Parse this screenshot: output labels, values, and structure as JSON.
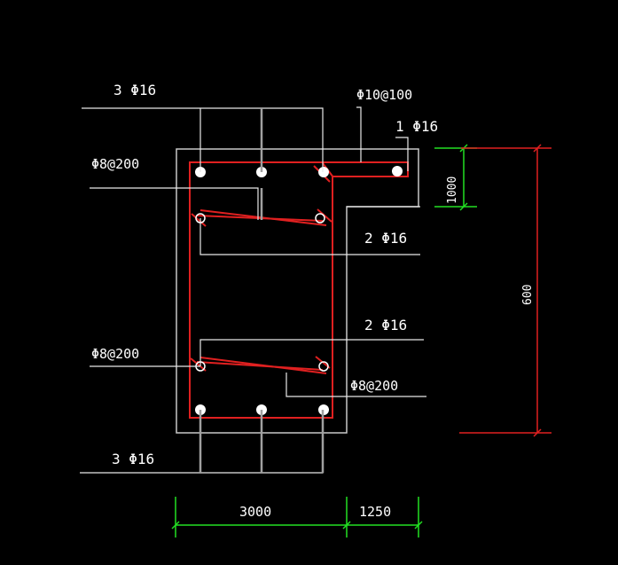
{
  "labels": {
    "top_bars": "3 Φ16",
    "stirrup_right": "Φ10@100",
    "corner_bar": "1 Φ16",
    "tie_upper": "Φ8@200",
    "mid_upper": "2 Φ16",
    "mid_lower": "2 Φ16",
    "tie_lower_left": "Φ8@200",
    "tie_lower_right": "Φ8@200",
    "bottom_bars": "3 Φ16"
  },
  "dimensions": {
    "width_left": "3000",
    "width_right": "1250",
    "height_total": "600",
    "flange_height": "1000"
  },
  "colors": {
    "background": "#000000",
    "concrete": "#c8c8c8",
    "rebar": "#e02020",
    "dimension_green": "#22e022",
    "dimension_red": "#e02020",
    "text": "#ffffff"
  }
}
